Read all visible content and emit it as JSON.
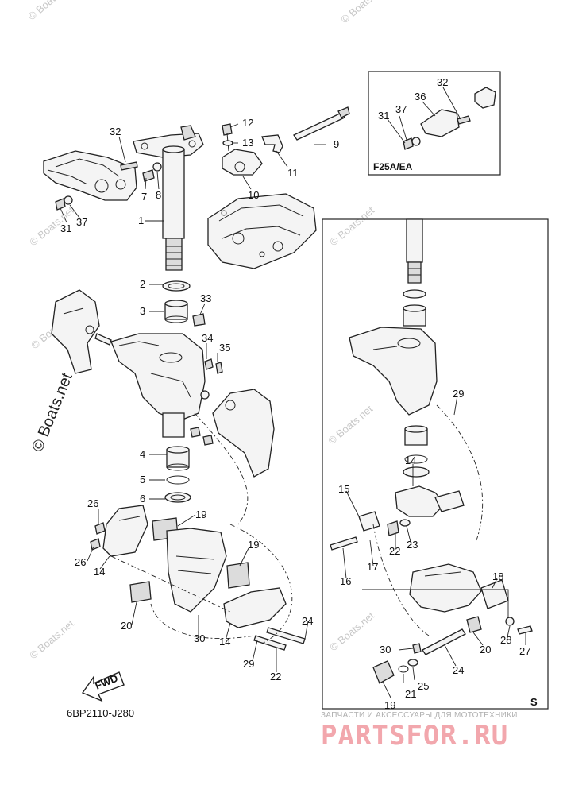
{
  "diagram_code": "6BP2110-J280",
  "inset_label": "F25A/EA",
  "s_label": "S",
  "fwd_label": "FWD",
  "watermark_small": "© Boats.net",
  "watermark_large": "© Boats.net",
  "brand": {
    "tagline": "ЗАПЧАСТИ И АКСЕССУАРЫ ДЛЯ МОТОТЕХНИКИ",
    "name": "PARTSFOR.RU"
  },
  "callouts": {
    "c1": "1",
    "c2": "2",
    "c3": "3",
    "c4": "4",
    "c5": "5",
    "c6": "6",
    "c7": "7",
    "c8": "8",
    "c9": "9",
    "c10": "10",
    "c11": "11",
    "c12": "12",
    "c13": "13",
    "c14a": "14",
    "c14b": "14",
    "c14c": "14",
    "c15": "15",
    "c16": "16",
    "c17": "17",
    "c18": "18",
    "c19a": "19",
    "c19b": "19",
    "c19c": "19",
    "c20a": "20",
    "c20b": "20",
    "c21": "21",
    "c22a": "22",
    "c22b": "22",
    "c23": "23",
    "c24a": "24",
    "c24b": "24",
    "c25": "25",
    "c26a": "26",
    "c26b": "26",
    "c27": "27",
    "c28": "28",
    "c29a": "29",
    "c29b": "29",
    "c30a": "30",
    "c30b": "30",
    "c31a": "31",
    "c31b": "31",
    "c32a": "32",
    "c32b": "32",
    "c33": "33",
    "c34": "34",
    "c35": "35",
    "c36": "36",
    "c37a": "37",
    "c37b": "37"
  }
}
